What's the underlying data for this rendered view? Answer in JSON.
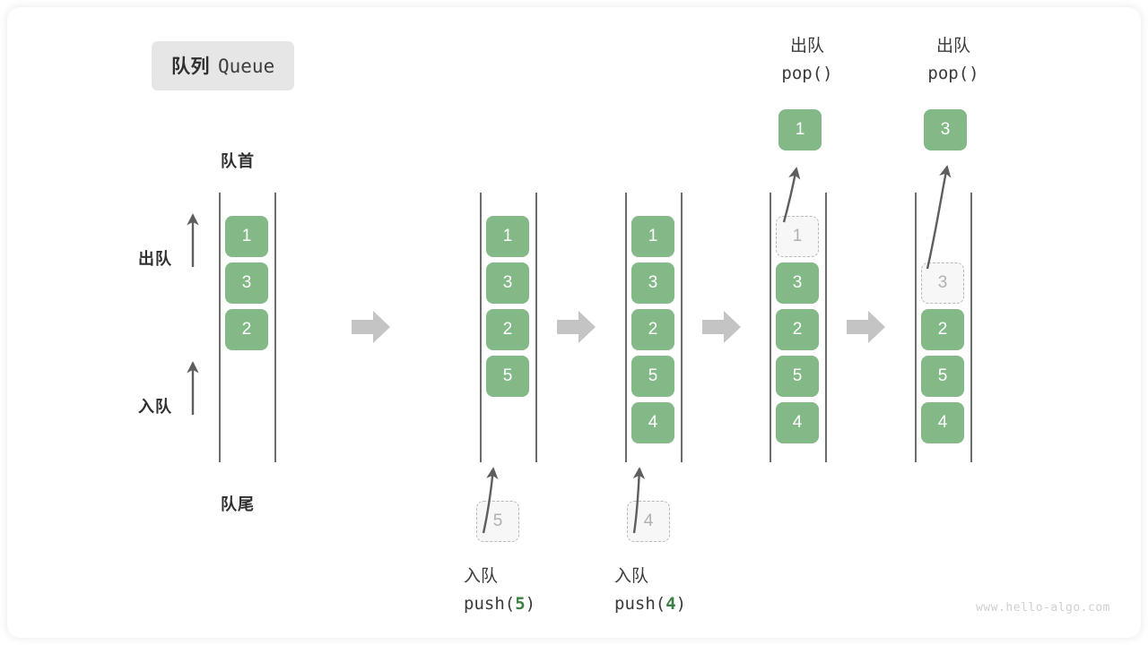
{
  "title": {
    "cn": "队列",
    "en": "Queue"
  },
  "labels": {
    "head": "队首",
    "tail": "队尾",
    "dequeue": "出队",
    "enqueue": "入队"
  },
  "watermark": "www.hello-algo.com",
  "colors": {
    "box_fill": "#83b987",
    "box_text": "#ffffff",
    "ghost_fill": "#f7f7f7",
    "ghost_border": "#b9b9b9",
    "ghost_text": "#b0b0b0",
    "rail": "#6b6b6b",
    "step_arrow": "#c4c4c4",
    "badge_bg": "#e6e6e6",
    "text": "#2f2f2f",
    "accent_green": "#3a8047",
    "watermark": "#cfcfcf",
    "card_bg": "#ffffff",
    "page_bg": "#ffffff"
  },
  "panels": [
    {
      "id": "panel-initial",
      "slots": [
        {
          "value": "1",
          "state": "filled"
        },
        {
          "value": "3",
          "state": "filled"
        },
        {
          "value": "2",
          "state": "filled"
        },
        {
          "value": "",
          "state": "empty"
        },
        {
          "value": "",
          "state": "empty"
        }
      ],
      "side_labels": {
        "top": "出队",
        "bottom": "入队"
      },
      "head_label": "队首",
      "tail_label": "队尾",
      "caption_cn": "",
      "caption_code": "",
      "caption_arg": ""
    },
    {
      "id": "panel-push-5",
      "slots": [
        {
          "value": "1",
          "state": "filled"
        },
        {
          "value": "3",
          "state": "filled"
        },
        {
          "value": "2",
          "state": "filled"
        },
        {
          "value": "5",
          "state": "filled"
        },
        {
          "value": "",
          "state": "empty"
        }
      ],
      "pending": {
        "value": "5",
        "state": "ghost"
      },
      "caption_cn": "入队",
      "caption_code_open": "push(",
      "caption_arg": "5",
      "caption_code_close": ")"
    },
    {
      "id": "panel-push-4",
      "slots": [
        {
          "value": "1",
          "state": "filled"
        },
        {
          "value": "3",
          "state": "filled"
        },
        {
          "value": "2",
          "state": "filled"
        },
        {
          "value": "5",
          "state": "filled"
        },
        {
          "value": "4",
          "state": "filled"
        }
      ],
      "pending": {
        "value": "4",
        "state": "ghost"
      },
      "caption_cn": "入队",
      "caption_code_open": "push(",
      "caption_arg": "4",
      "caption_code_close": ")"
    },
    {
      "id": "panel-pop-1",
      "slots": [
        {
          "value": "1",
          "state": "ghost"
        },
        {
          "value": "3",
          "state": "filled"
        },
        {
          "value": "2",
          "state": "filled"
        },
        {
          "value": "5",
          "state": "filled"
        },
        {
          "value": "4",
          "state": "filled"
        }
      ],
      "popped": {
        "value": "1",
        "state": "filled"
      },
      "header_cn": "出队",
      "header_code": "pop()"
    },
    {
      "id": "panel-pop-3",
      "slots": [
        {
          "value": "",
          "state": "empty"
        },
        {
          "value": "3",
          "state": "ghost"
        },
        {
          "value": "2",
          "state": "filled"
        },
        {
          "value": "5",
          "state": "filled"
        },
        {
          "value": "4",
          "state": "filled"
        }
      ],
      "popped": {
        "value": "3",
        "state": "filled"
      },
      "header_cn": "出队",
      "header_code": "pop()"
    }
  ],
  "step_arrows": [
    "step-arrow-1",
    "step-arrow-2",
    "step-arrow-3",
    "step-arrow-4"
  ]
}
